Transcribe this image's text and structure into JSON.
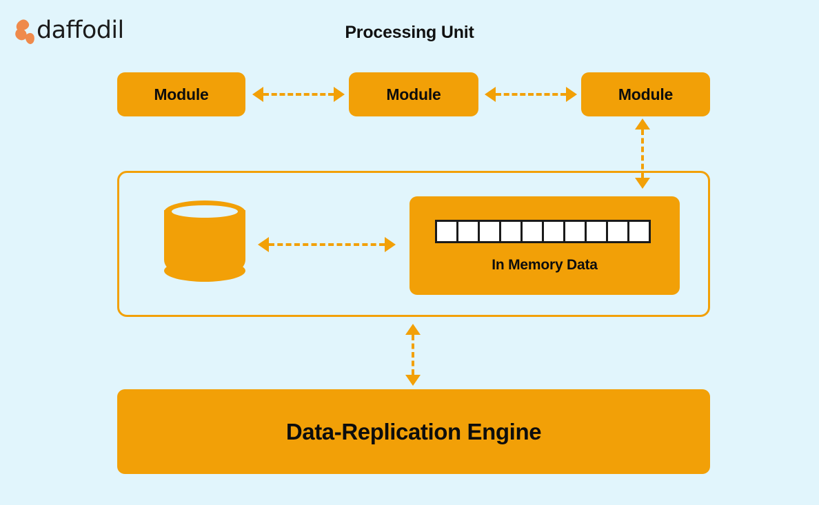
{
  "brand": {
    "name": "daffodil",
    "logo_icon": "daffodil-petals-icon",
    "petal_color": "#ef8a4b"
  },
  "diagram": {
    "title": "Processing Unit",
    "background_color": "#e1f5fc",
    "accent_color": "#f2a007",
    "text_color": "#0d0d0d",
    "type": "architecture-block-diagram"
  },
  "processing_unit": {
    "modules": [
      {
        "label": "Module"
      },
      {
        "label": "Module"
      },
      {
        "label": "Module"
      }
    ]
  },
  "connections": [
    {
      "name": "module-1-to-module-2",
      "style": "dashed",
      "direction": "bidirectional",
      "orientation": "horizontal"
    },
    {
      "name": "module-2-to-module-3",
      "style": "dashed",
      "direction": "bidirectional",
      "orientation": "horizontal"
    },
    {
      "name": "module-3-to-storage",
      "style": "dashed",
      "direction": "bidirectional",
      "orientation": "vertical"
    },
    {
      "name": "database-to-in-memory",
      "style": "dashed",
      "direction": "bidirectional",
      "orientation": "horizontal"
    },
    {
      "name": "storage-to-replication-engine",
      "style": "dashed",
      "direction": "bidirectional",
      "orientation": "vertical"
    }
  ],
  "storage_layer": {
    "database": {
      "icon": "database-cylinder-icon",
      "label": ""
    },
    "in_memory": {
      "label": "In Memory Data",
      "cell_count": 10,
      "cell_fill": "#ffffff",
      "cell_border": "#1a1a1a"
    }
  },
  "engine": {
    "label": "Data-Replication Engine"
  }
}
